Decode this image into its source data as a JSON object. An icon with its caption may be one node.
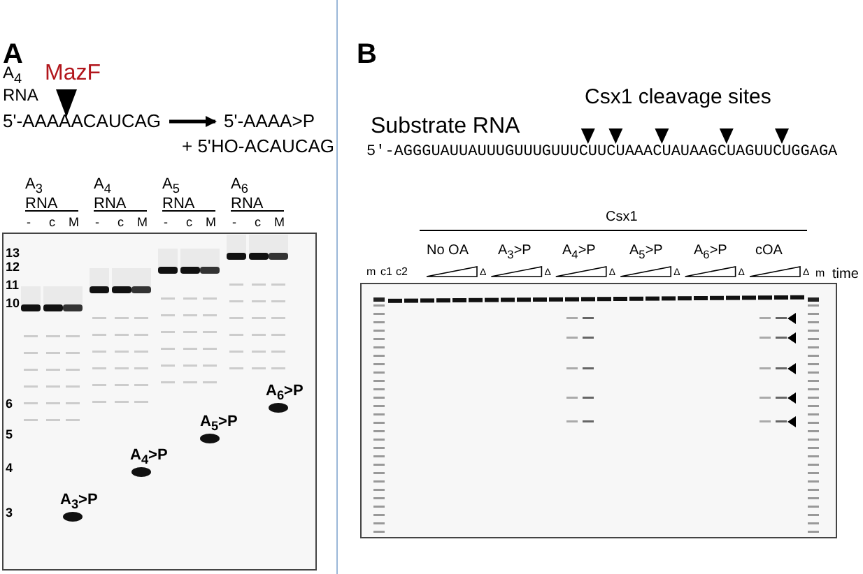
{
  "diagram": {
    "nodes": [
      {
        "text": [
          "5'-AAAAACAUCAG"
        ]
      },
      {
        "text": [
          "5'-AAAA>P"
        ]
      }
    ],
    "edges": [
      {
        "from": 0,
        "to": 1,
        "arrow": "to"
      }
    ],
    "labels": [
      "A",
      "A$_{4}$ RNA",
      "MazF",
      "+ 5'HO-ACAUCAG",
      "A$_{3}$ RNA",
      "A$_{4}$ RNA",
      "A$_{5}$ RNA",
      "A$_{6}$ RNA",
      "-",
      "c",
      "M",
      "-",
      "c",
      "M",
      "-",
      "c",
      "M",
      "-",
      "c",
      "M",
      "13",
      "12",
      "11",
      "10",
      "6",
      "5",
      "4",
      "3",
      "A$_{6}$>P",
      "A$_{5}$>P",
      "A$_{4}$>P",
      "A$_{3}$>P",
      "B",
      "Csx1 cleavage sites",
      "Substrate RNA",
      "5′-AGGGUAUUAUUUGUUUGUUUCUUCUAAACUAUAAGCUAGUUCUGGAGA",
      "Csx1",
      "No OA",
      "A$_{3}$>P",
      "A$_{4}$>P",
      "A$_{5}$>P",
      "A$_{6}$>P",
      "cOA",
      "m",
      "c1",
      "c2",
      "Δ",
      "Δ",
      "Δ",
      "Δ",
      "Δ",
      "Δ",
      "m",
      "time"
    ]
  }
}
